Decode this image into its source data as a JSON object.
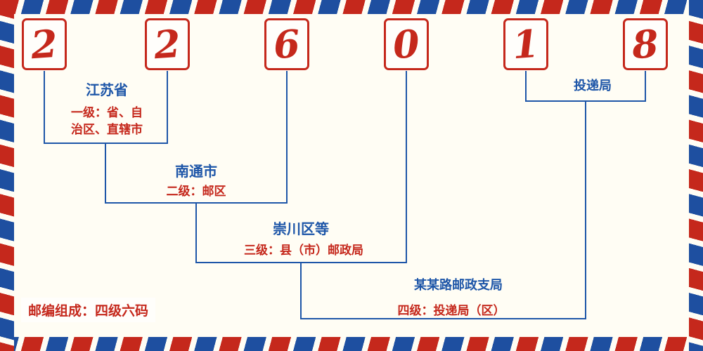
{
  "colors": {
    "red": "#c5281c",
    "blue": "#1e56a8",
    "background": "#fffdf4"
  },
  "postal_code": {
    "digits": [
      "2",
      "2",
      "6",
      "0",
      "1",
      "8"
    ]
  },
  "annotations": {
    "level1": {
      "place": "江苏省",
      "desc_line1": "一级：省、自",
      "desc_line2": "治区、直辖市"
    },
    "level2": {
      "place": "南通市",
      "desc": "二级：邮区"
    },
    "level3": {
      "place": "崇川区等",
      "desc": "三级：县（市）邮政局"
    },
    "level4": {
      "place": "某某路邮政支局",
      "desc": "四级：投递局（区）"
    },
    "delivery": {
      "place": "投递局"
    }
  },
  "footer": {
    "note": "邮编组成：四级六码"
  }
}
